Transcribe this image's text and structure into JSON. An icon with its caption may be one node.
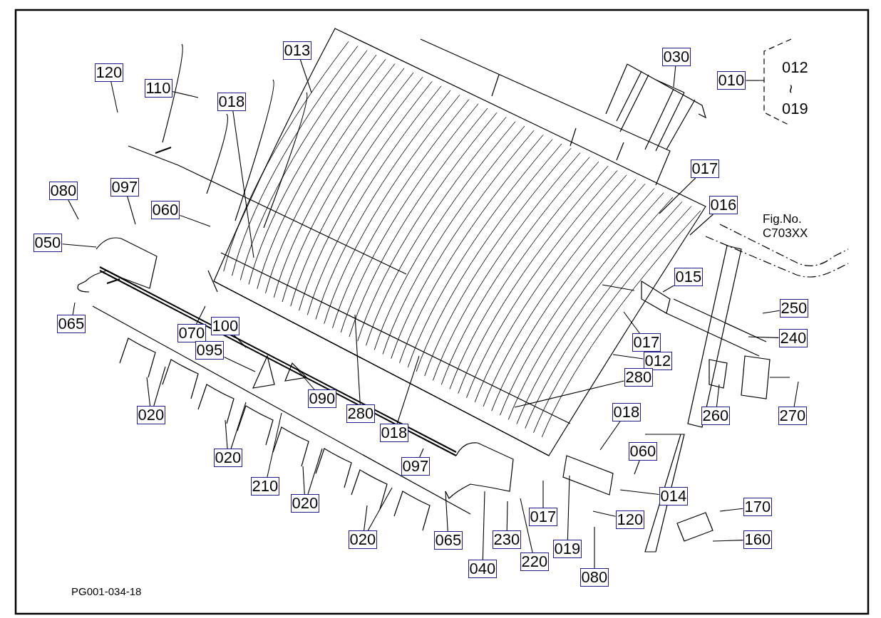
{
  "diagram": {
    "nodes": [
      {
        "text": [
          "120"
        ]
      },
      {
        "text": [
          "110"
        ]
      },
      {
        "text": [
          "013"
        ]
      },
      {
        "text": [
          "018"
        ]
      },
      {
        "text": [
          "030"
        ]
      },
      {
        "text": [
          "010"
        ]
      },
      {
        "text": [
          "017"
        ]
      },
      {
        "text": [
          "016"
        ]
      },
      {
        "text": [
          "080"
        ]
      },
      {
        "text": [
          "097"
        ]
      },
      {
        "text": [
          "060"
        ]
      },
      {
        "text": [
          "050"
        ]
      },
      {
        "text": [
          "015"
        ]
      },
      {
        "text": [
          "065"
        ]
      },
      {
        "text": [
          "070"
        ]
      },
      {
        "text": [
          "100"
        ]
      },
      {
        "text": [
          "095"
        ]
      },
      {
        "text": [
          "250"
        ]
      },
      {
        "text": [
          "240"
        ]
      },
      {
        "text": [
          "017"
        ]
      },
      {
        "text": [
          "012"
        ]
      },
      {
        "text": [
          "090"
        ]
      },
      {
        "text": [
          "280"
        ]
      },
      {
        "text": [
          "280"
        ]
      },
      {
        "text": [
          "260"
        ]
      },
      {
        "text": [
          "270"
        ]
      },
      {
        "text": [
          "018"
        ]
      },
      {
        "text": [
          "020"
        ]
      },
      {
        "text": [
          "020"
        ]
      },
      {
        "text": [
          "210"
        ]
      },
      {
        "text": [
          "018"
        ]
      },
      {
        "text": [
          "097"
        ]
      },
      {
        "text": [
          "060"
        ]
      },
      {
        "text": [
          "014"
        ]
      },
      {
        "text": [
          "170"
        ]
      },
      {
        "text": [
          "020"
        ]
      },
      {
        "text": [
          "065"
        ]
      },
      {
        "text": [
          "230"
        ]
      },
      {
        "text": [
          "017"
        ]
      },
      {
        "text": [
          "120"
        ]
      },
      {
        "text": [
          "020"
        ]
      },
      {
        "text": [
          "019"
        ]
      },
      {
        "text": [
          "160"
        ]
      },
      {
        "text": [
          "220"
        ]
      },
      {
        "text": [
          "040"
        ]
      },
      {
        "text": [
          "080"
        ]
      }
    ],
    "edges": [
      {
        "from": 0,
        "to": null,
        "arrow": "none"
      },
      {
        "from": 1,
        "to": null,
        "arrow": "none"
      },
      {
        "from": 2,
        "to": null,
        "arrow": "none"
      },
      {
        "from": 3,
        "to": null,
        "arrow": "none"
      },
      {
        "from": 4,
        "to": null,
        "arrow": "none"
      },
      {
        "from": 5,
        "to": null,
        "arrow": "none"
      },
      {
        "from": 6,
        "to": null,
        "arrow": "none"
      },
      {
        "from": 7,
        "to": null,
        "arrow": "none"
      },
      {
        "from": 8,
        "to": null,
        "arrow": "none"
      },
      {
        "from": 9,
        "to": null,
        "arrow": "none"
      },
      {
        "from": 10,
        "to": null,
        "arrow": "none"
      },
      {
        "from": 11,
        "to": null,
        "arrow": "none"
      },
      {
        "from": 12,
        "to": null,
        "arrow": "none"
      },
      {
        "from": 13,
        "to": null,
        "arrow": "none"
      },
      {
        "from": 14,
        "to": null,
        "arrow": "none"
      },
      {
        "from": 15,
        "to": null,
        "arrow": "none"
      },
      {
        "from": 16,
        "to": null,
        "arrow": "none"
      },
      {
        "from": 17,
        "to": null,
        "arrow": "none"
      },
      {
        "from": 18,
        "to": null,
        "arrow": "none"
      },
      {
        "from": 19,
        "to": null,
        "arrow": "none"
      },
      {
        "from": 20,
        "to": null,
        "arrow": "none"
      },
      {
        "from": 21,
        "to": null,
        "arrow": "none"
      },
      {
        "from": 22,
        "to": null,
        "arrow": "none"
      },
      {
        "from": 23,
        "to": null,
        "arrow": "none"
      },
      {
        "from": 24,
        "to": null,
        "arrow": "none"
      },
      {
        "from": 25,
        "to": null,
        "arrow": "none"
      },
      {
        "from": 26,
        "to": null,
        "arrow": "none"
      },
      {
        "from": 27,
        "to": null,
        "arrow": "none"
      },
      {
        "from": 27,
        "to": null,
        "arrow": "none"
      },
      {
        "from": 28,
        "to": null,
        "arrow": "none"
      },
      {
        "from": 28,
        "to": null,
        "arrow": "none"
      },
      {
        "from": 29,
        "to": null,
        "arrow": "none"
      },
      {
        "from": 30,
        "to": null,
        "arrow": "none"
      },
      {
        "from": 31,
        "to": null,
        "arrow": "none"
      },
      {
        "from": 32,
        "to": null,
        "arrow": "none"
      },
      {
        "from": 33,
        "to": null,
        "arrow": "none"
      },
      {
        "from": 34,
        "to": null,
        "arrow": "none"
      },
      {
        "from": 35,
        "to": null,
        "arrow": "none"
      },
      {
        "from": 35,
        "to": null,
        "arrow": "none"
      },
      {
        "from": 36,
        "to": null,
        "arrow": "none"
      },
      {
        "from": 37,
        "to": null,
        "arrow": "none"
      },
      {
        "from": 38,
        "to": null,
        "arrow": "none"
      },
      {
        "from": 39,
        "to": null,
        "arrow": "none"
      },
      {
        "from": 40,
        "to": null,
        "arrow": "none"
      },
      {
        "from": 40,
        "to": null,
        "arrow": "none"
      },
      {
        "from": 41,
        "to": null,
        "arrow": "none"
      },
      {
        "from": 42,
        "to": null,
        "arrow": "none"
      },
      {
        "from": 43,
        "to": null,
        "arrow": "none"
      },
      {
        "from": 44,
        "to": null,
        "arrow": "none"
      },
      {
        "from": 45,
        "to": null,
        "arrow": "none"
      }
    ],
    "labels": [
      "012",
      "~",
      "019",
      "Fig.No. C703XX",
      "PG001-034-18"
    ]
  }
}
